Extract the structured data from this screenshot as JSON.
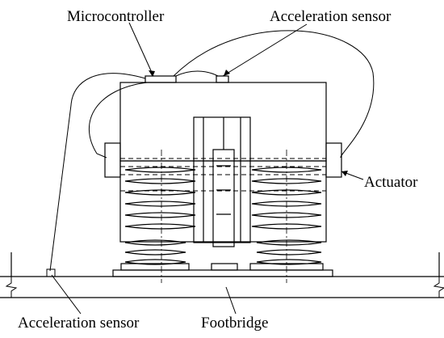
{
  "labels": {
    "microcontroller": "Microcontroller",
    "top_sensor": "Acceleration sensor",
    "actuator": "Actuator",
    "bottom_sensor": "Acceleration sensor",
    "footbridge": "Footbridge"
  },
  "colors": {
    "line": "#000000",
    "background": "#ffffff"
  }
}
